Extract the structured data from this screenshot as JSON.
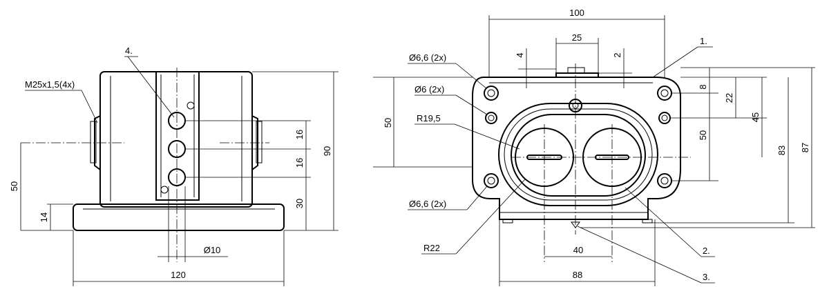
{
  "left_view": {
    "thread_label": "M25x1,5(4x)",
    "item_label": "4.",
    "dims": {
      "width": "120",
      "height_total": "90",
      "height_center": "50",
      "base": "14",
      "pitch_a": "16",
      "pitch_b": "16",
      "bottom_hole": "30",
      "diameter": "Ø10"
    }
  },
  "right_view": {
    "labels": {
      "hole_top": "Ø6,6 (2x)",
      "hole_mid": "Ø6 (2x)",
      "radius_small": "R19,5",
      "hole_bottom": "Ø6,6 (2x)",
      "radius_large": "R22",
      "item1": "1.",
      "item2": "2.",
      "item3": "3."
    },
    "dims": {
      "top_width": "100",
      "center_width": "25",
      "offset_left": "4",
      "offset_right": "2",
      "left_height": "50",
      "r8": "8",
      "r22": "22",
      "r50": "50",
      "r45": "45",
      "r83": "83",
      "r87": "87",
      "bottom_pitch": "40",
      "bottom_width": "88"
    }
  }
}
